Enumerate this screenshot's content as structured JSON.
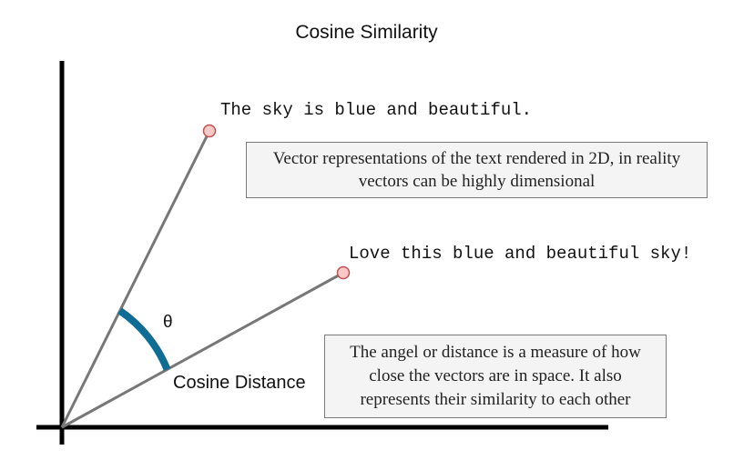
{
  "title": "Cosine Similarity",
  "vectors": [
    {
      "label": "The sky is blue and beautiful."
    },
    {
      "label": "Love this blue and beautiful sky!"
    }
  ],
  "angle_symbol": "θ",
  "distance_label": "Cosine Distance",
  "notes": {
    "representation": "Vector representations of the text rendered in 2D, in reality vectors can be highly dimensional",
    "measure": "The angel or distance is a measure of how close the vectors are in space. It also represents their similarity to each other"
  },
  "colors": {
    "axis": "#000000",
    "vector_line": "#777777",
    "endpoint_fill": "#f8c8c8",
    "endpoint_stroke": "#c0504d",
    "angle_arc": "#0e6c95",
    "note_background": "#f4f4f4",
    "note_border": "#7a7a7a"
  }
}
